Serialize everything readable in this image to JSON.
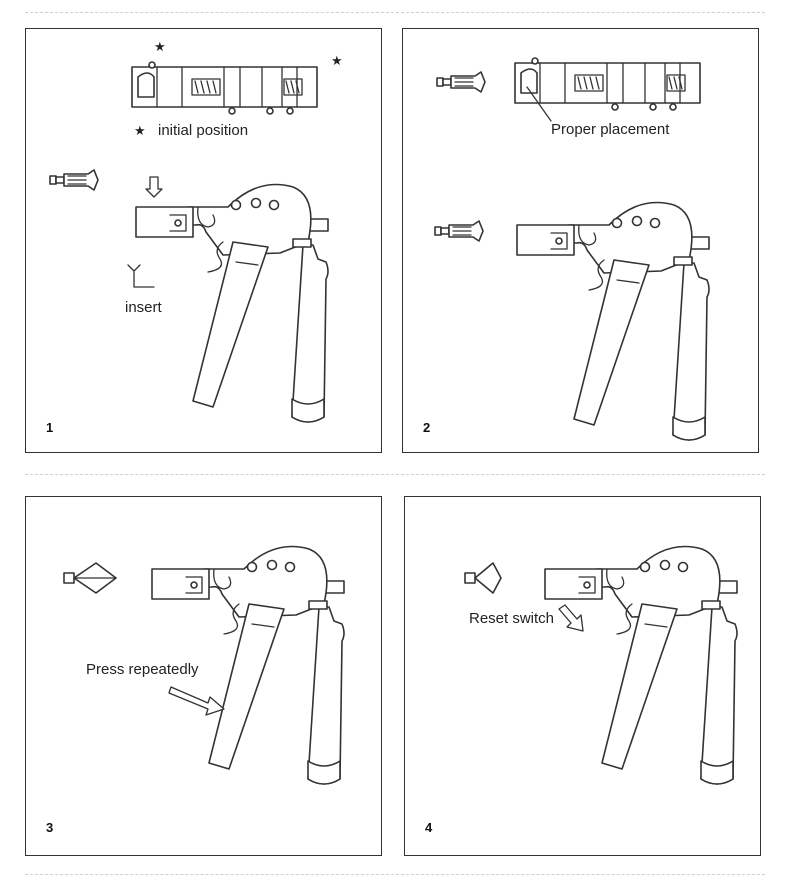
{
  "panels": [
    {
      "number": "1",
      "legend_mark": "★",
      "legend_text": "initial position",
      "callout": "insert"
    },
    {
      "number": "2",
      "callout": "Proper placement"
    },
    {
      "number": "3",
      "callout": "Press repeatedly"
    },
    {
      "number": "4",
      "callout": "Reset switch"
    }
  ],
  "star_glyph": "★"
}
